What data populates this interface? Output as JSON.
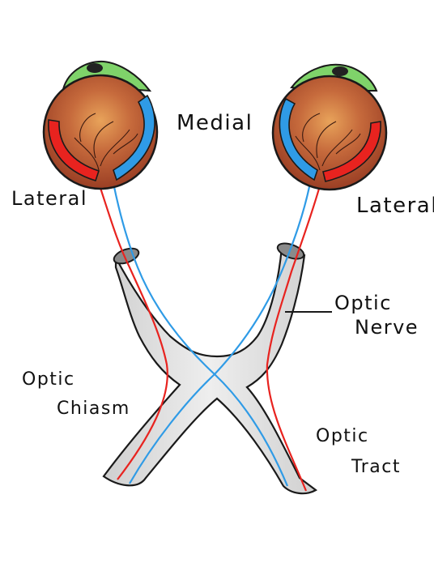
{
  "labels": {
    "medial": "Medial",
    "lateral_left": "Lateral",
    "lateral_right": "Lateral",
    "optic_nerve_line1": "Optic",
    "optic_nerve_line2": "Nerve",
    "optic_chiasm_line1": "Optic",
    "optic_chiasm_line2": "Chiasm",
    "optic_tract_line1": "Optic",
    "optic_tract_line2": "Tract"
  },
  "colors": {
    "lateral_pathway": "#e8231f",
    "medial_pathway": "#2f9be6",
    "eyeball": "#b0512c",
    "cornea": "#7fd36a",
    "nerve_tube": "#d9d9d9",
    "outline": "#1a1a1a"
  }
}
